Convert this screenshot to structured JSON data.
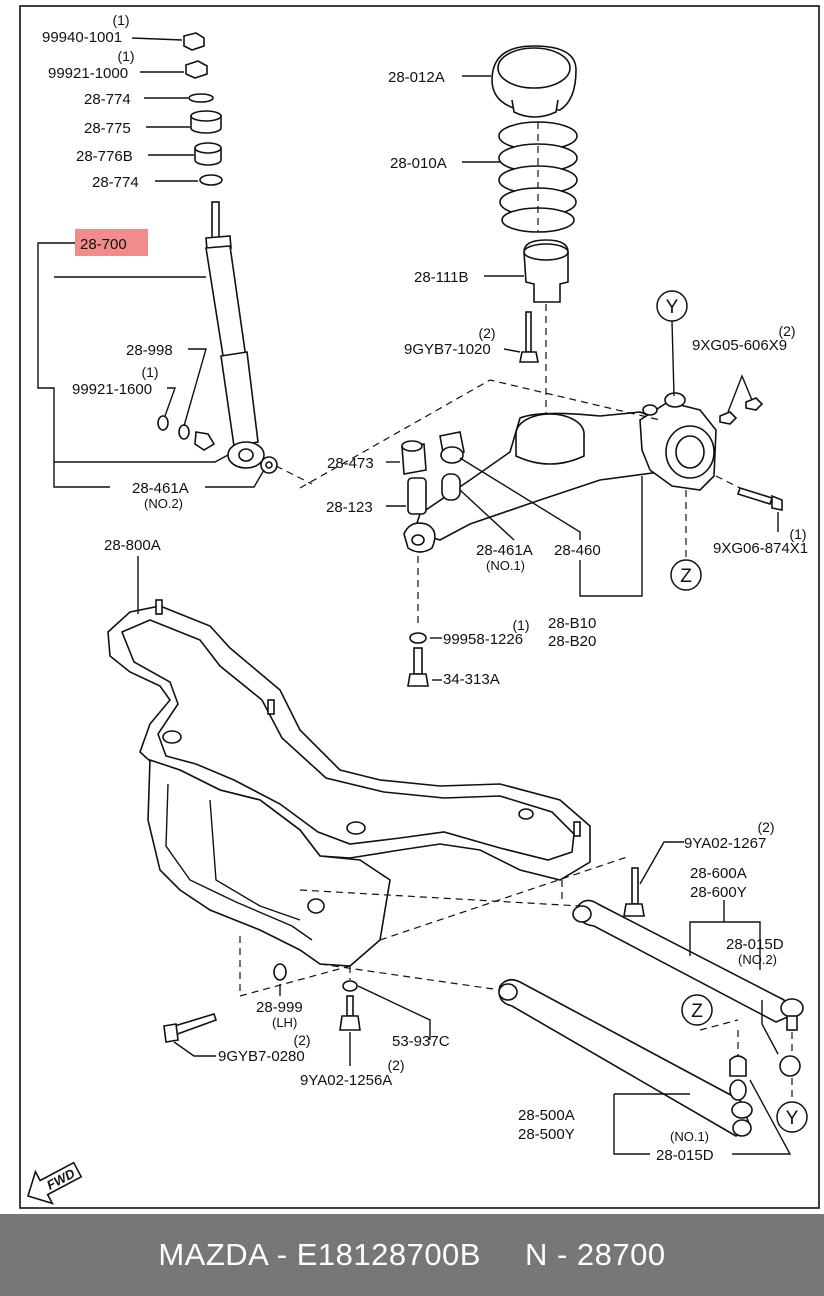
{
  "labels": {
    "p99940_1001": "99940-1001",
    "q99940_1001": "(1)",
    "p99921_1000": "99921-1000",
    "q99921_1000": "(1)",
    "p28_774a": "28-774",
    "p28_775": "28-775",
    "p28_776b": "28-776B",
    "p28_774b": "28-774",
    "p28_700": "28-700",
    "p28_998": "28-998",
    "p99921_1600": "99921-1600",
    "q99921_1600": "(1)",
    "p28_461a_no2": "28-461A",
    "n28_461a_no2": "(NO.2)",
    "p28_012a": "28-012A",
    "p28_010a": "28-010A",
    "p28_111b": "28-111B",
    "p9gyb7_1020": "9GYB7-1020",
    "q9gyb7_1020": "(2)",
    "callout_y_top": "Y",
    "p9xg05_606x9": "9XG05-606X9",
    "q9xg05_606x9": "(2)",
    "p28_473": "28-473",
    "p28_123": "28-123",
    "p28_461a_no1": "28-461A",
    "n28_461a_no1": "(NO.1)",
    "p28_460": "28-460",
    "p9xg06_874x1": "9XG06-874X1",
    "q9xg06_874x1": "(1)",
    "callout_z_top": "Z",
    "p28_800a": "28-800A",
    "p28_b10": "28-B10",
    "p28_b20": "28-B20",
    "p99958_1226": "99958-1226",
    "q99958_1226": "(1)",
    "p34_313a": "34-313A",
    "p9ya02_1267": "9YA02-1267",
    "q9ya02_1267": "(2)",
    "p28_600a": "28-600A",
    "p28_600y": "28-600Y",
    "p28_015d_no2": "28-015D",
    "n28_015d_no2": "(NO.2)",
    "p28_999": "28-999",
    "n28_999": "(LH)",
    "p9gyb7_0280": "9GYB7-0280",
    "q9gyb7_0280": "(2)",
    "p53_937c": "53-937C",
    "p9ya02_1256a": "9YA02-1256A",
    "q9ya02_1256a": "(2)",
    "callout_z_bottom": "Z",
    "p28_500a": "28-500A",
    "p28_500y": "28-500Y",
    "n28_015d_no1": "(NO.1)",
    "p28_015d_no1": "28-015D",
    "callout_y_bottom": "Y",
    "fwd": "FWD"
  },
  "highlight_color": "#f28b8b",
  "footer": {
    "left": "MAZDA - E18128700B",
    "right": "N - 28700",
    "background": "#777777"
  }
}
